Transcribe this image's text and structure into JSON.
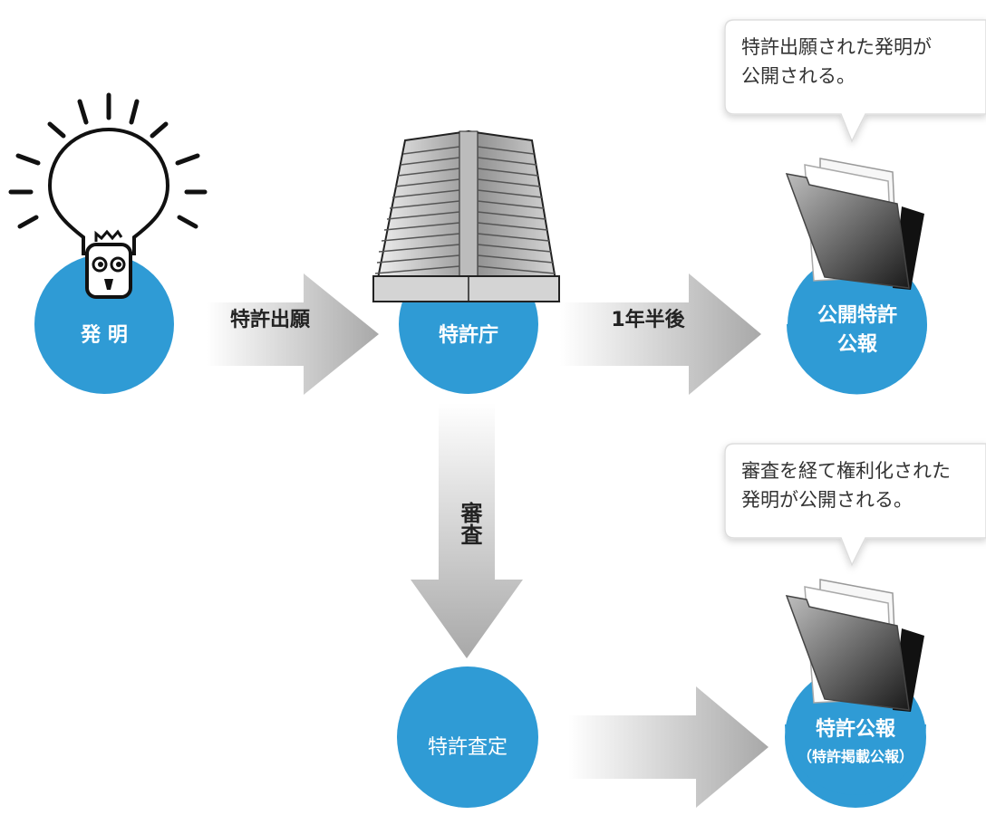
{
  "colors": {
    "node_blue": "#2f9bd5",
    "arrow_gray": "#b9b9b9",
    "text_dark": "#222222",
    "bubble_border": "#dddddd"
  },
  "nodes": {
    "invention": "発 明",
    "patent_office": "特許庁",
    "unexamined_publication_line1": "公開特許",
    "unexamined_publication_line2": "公報",
    "patent_grant": "特許査定",
    "patent_gazette_line1": "特許公報",
    "patent_gazette_line2": "（特許掲載公報）"
  },
  "arrows": {
    "application": "特許出願",
    "after_18_months": "1年半後",
    "examination": "審査"
  },
  "bubbles": {
    "top_line1": "特許出願された発明が",
    "top_line2": "公開される。",
    "bottom_line1": "審査を経て権利化された",
    "bottom_line2": "発明が公開される。"
  },
  "icons": [
    "lightbulb-icon",
    "office-building-icon",
    "folder-document-icon"
  ]
}
